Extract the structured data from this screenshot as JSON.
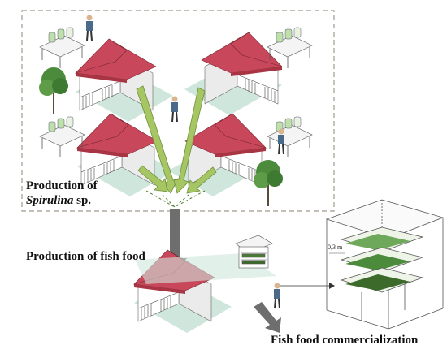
{
  "labels": {
    "production_line1": "Production of",
    "production_species": "Spirulina",
    "production_suffix": " sp.",
    "fish_food": "Production of fish food",
    "commercialization": "Fish food commercialization",
    "scale": "0,3 m"
  },
  "colors": {
    "roof": "#c8475a",
    "roof_dark": "#a83444",
    "wall": "#ffffff",
    "wall_shade": "#ebebeb",
    "ground": "#cfe6dc",
    "arrow_green": "#a6c664",
    "arrow_gray": "#6e6e6e",
    "tree": "#4c8a3c",
    "dashed_border": "#a09a8c"
  }
}
